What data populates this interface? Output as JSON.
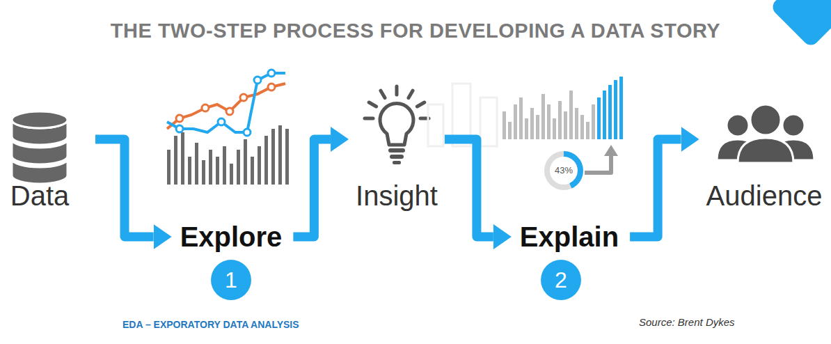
{
  "diagram": {
    "title": "THE TWO-STEP PROCESS FOR DEVELOPING A DATA STORY",
    "nodes": [
      {
        "text": [
          "Data"
        ]
      },
      {
        "text": [
          "Explore"
        ]
      },
      {
        "text": [
          "Insight"
        ]
      },
      {
        "text": [
          "Explain"
        ]
      },
      {
        "text": [
          "Audience"
        ]
      },
      {
        "text": [
          "1"
        ]
      },
      {
        "text": [
          "2"
        ]
      }
    ],
    "edges": [
      {
        "from": 0,
        "to": 1,
        "arrow": "to"
      },
      {
        "from": 1,
        "to": 2,
        "arrow": "to"
      },
      {
        "from": 2,
        "to": 3,
        "arrow": "to"
      },
      {
        "from": 3,
        "to": 4,
        "arrow": "to"
      }
    ],
    "labels": [
      "43%",
      "EDA – EXPORATORY DATA ANALYSIS",
      "Source: Brent Dykes"
    ]
  }
}
